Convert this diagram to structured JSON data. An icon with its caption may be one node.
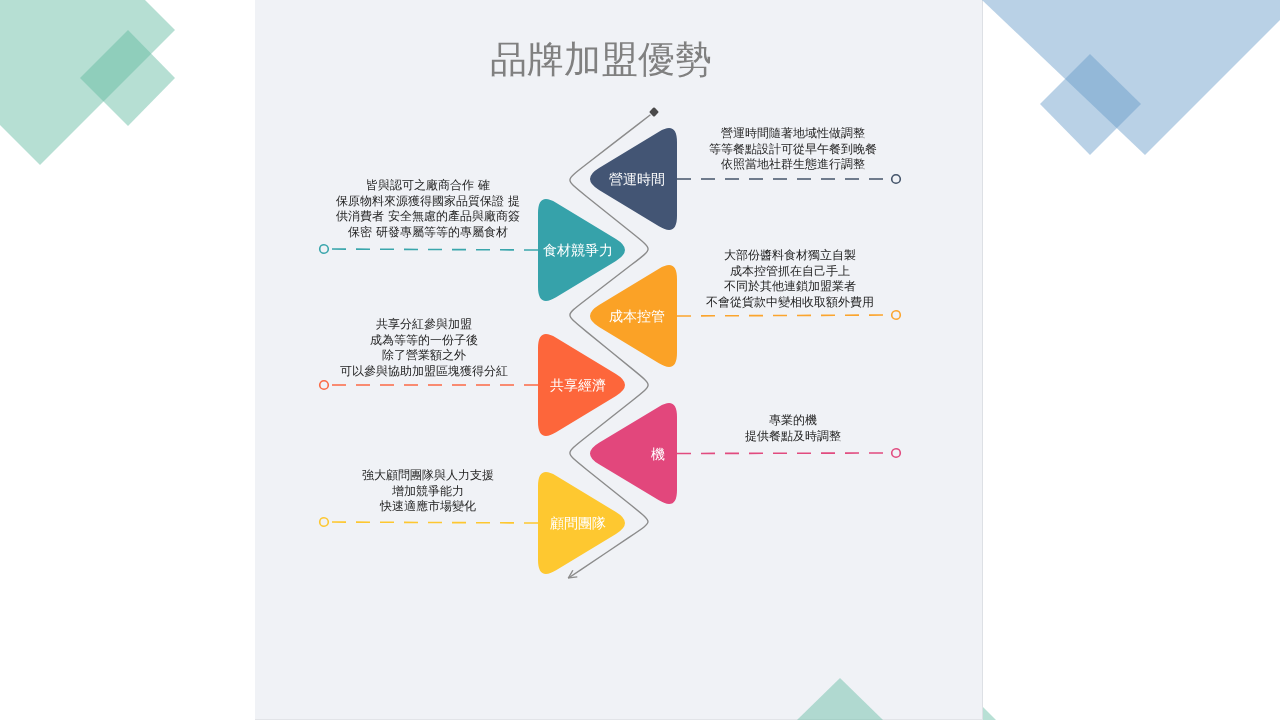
{
  "diagram": {
    "title": "品牌加盟優勢",
    "nodes": [
      {
        "text": [
          "營運時間"
        ],
        "beside": [
          "營運時間隨著地域性做調整等等餐點設計可從早午餐到晚餐依照當地社群生態進行調整"
        ]
      },
      {
        "text": [
          "食材競爭力"
        ],
        "beside": [
          "皆與認可之廠商合作 確保原物料來源獲得國家品質保證 提供消費者 安全無慮的產品與廠商簽保密 研發專屬等等的專屬食材"
        ]
      },
      {
        "text": [
          "成本控管"
        ],
        "beside": [
          "大部份醬料食材獨立自製成本控管抓在自己手上不同於其他連鎖加盟業者不會從貨款中變相收取額外費用"
        ]
      },
      {
        "text": [
          "共享經濟"
        ],
        "beside": [
          "共享分紅參與加盟成為等等的一份子後除了營業額之外可以參與協助加盟區塊獲得分紅"
        ]
      },
      {
        "text": [
          "機"
        ]
      },
      {
        "text": [
          "顧問團隊"
        ],
        "beside": [
          "強大顧問團隊與人力支援增加競爭能力快速適應市場變化"
        ]
      },
      {
        "text": [],
        "shape": "diamond"
      }
    ],
    "edges": [
      {
        "from": 0,
        "to": null,
        "arrow": "other",
        "style": "dashed",
        "color": "#44546a"
      },
      {
        "from": 1,
        "to": null,
        "arrow": "other",
        "style": "dashed",
        "color": "#3aa6ac"
      },
      {
        "from": 2,
        "to": null,
        "arrow": "other",
        "style": "dashed",
        "color": "#fba52e"
      },
      {
        "from": 3,
        "to": null,
        "arrow": "other",
        "style": "dashed",
        "color": "#fb6a45"
      },
      {
        "from": 4,
        "to": null,
        "arrow": "other",
        "style": "dashed",
        "color": "#e14b7f"
      },
      {
        "from": 5,
        "to": null,
        "arrow": "other",
        "style": "dashed",
        "color": "#fdc730"
      },
      {
        "from": 6,
        "to": 5,
        "arrow": "to",
        "color": "#8c8c8c"
      }
    ],
    "labels": [
      "專業的機提供餐點及時調整"
    ]
  }
}
